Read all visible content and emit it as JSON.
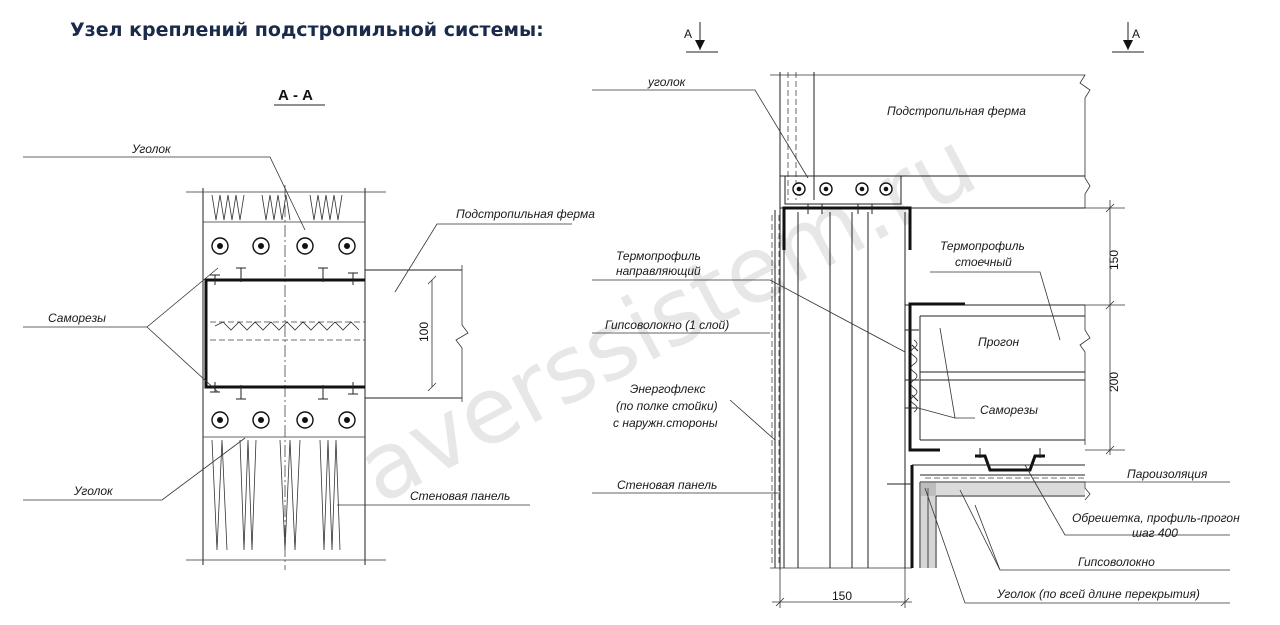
{
  "title": "Узел креплений подстропильной системы:",
  "watermark": "averssistem.ru",
  "section": {
    "label": "А - А",
    "labels": {
      "angle_top": "Уголок",
      "truss": "Подстропильная ферма",
      "screws": "Саморезы",
      "angle_bottom": "Уголок",
      "wall_panel": "Стеновая панель"
    },
    "dim_100": "100"
  },
  "main": {
    "cut_letter_left": "А",
    "cut_letter_right": "А",
    "labels": {
      "angle": "уголок",
      "truss": "Подстропильная ферма",
      "thermo_guide": "Термопрофиль направляющий",
      "thermo_rack": "Термопрофиль стоечный",
      "gypsum_1": "Гипсоволокно (1 слой)",
      "purlin": "Прогон",
      "energoflex": "Энергофлекс (по полке стойки) с наружн.стороны",
      "screws": "Саморезы",
      "wall_panel": "Стеновая панель",
      "vapor": "Пароизоляция",
      "lathing": "Обрешетка, профиль-прогон шаг 400",
      "gypsum": "Гипсоволокно",
      "angle_full": "Уголок  (по всей длине перекрытия)"
    },
    "dims": {
      "d150_top": "150",
      "d200": "200",
      "d150_bottom": "150"
    }
  }
}
